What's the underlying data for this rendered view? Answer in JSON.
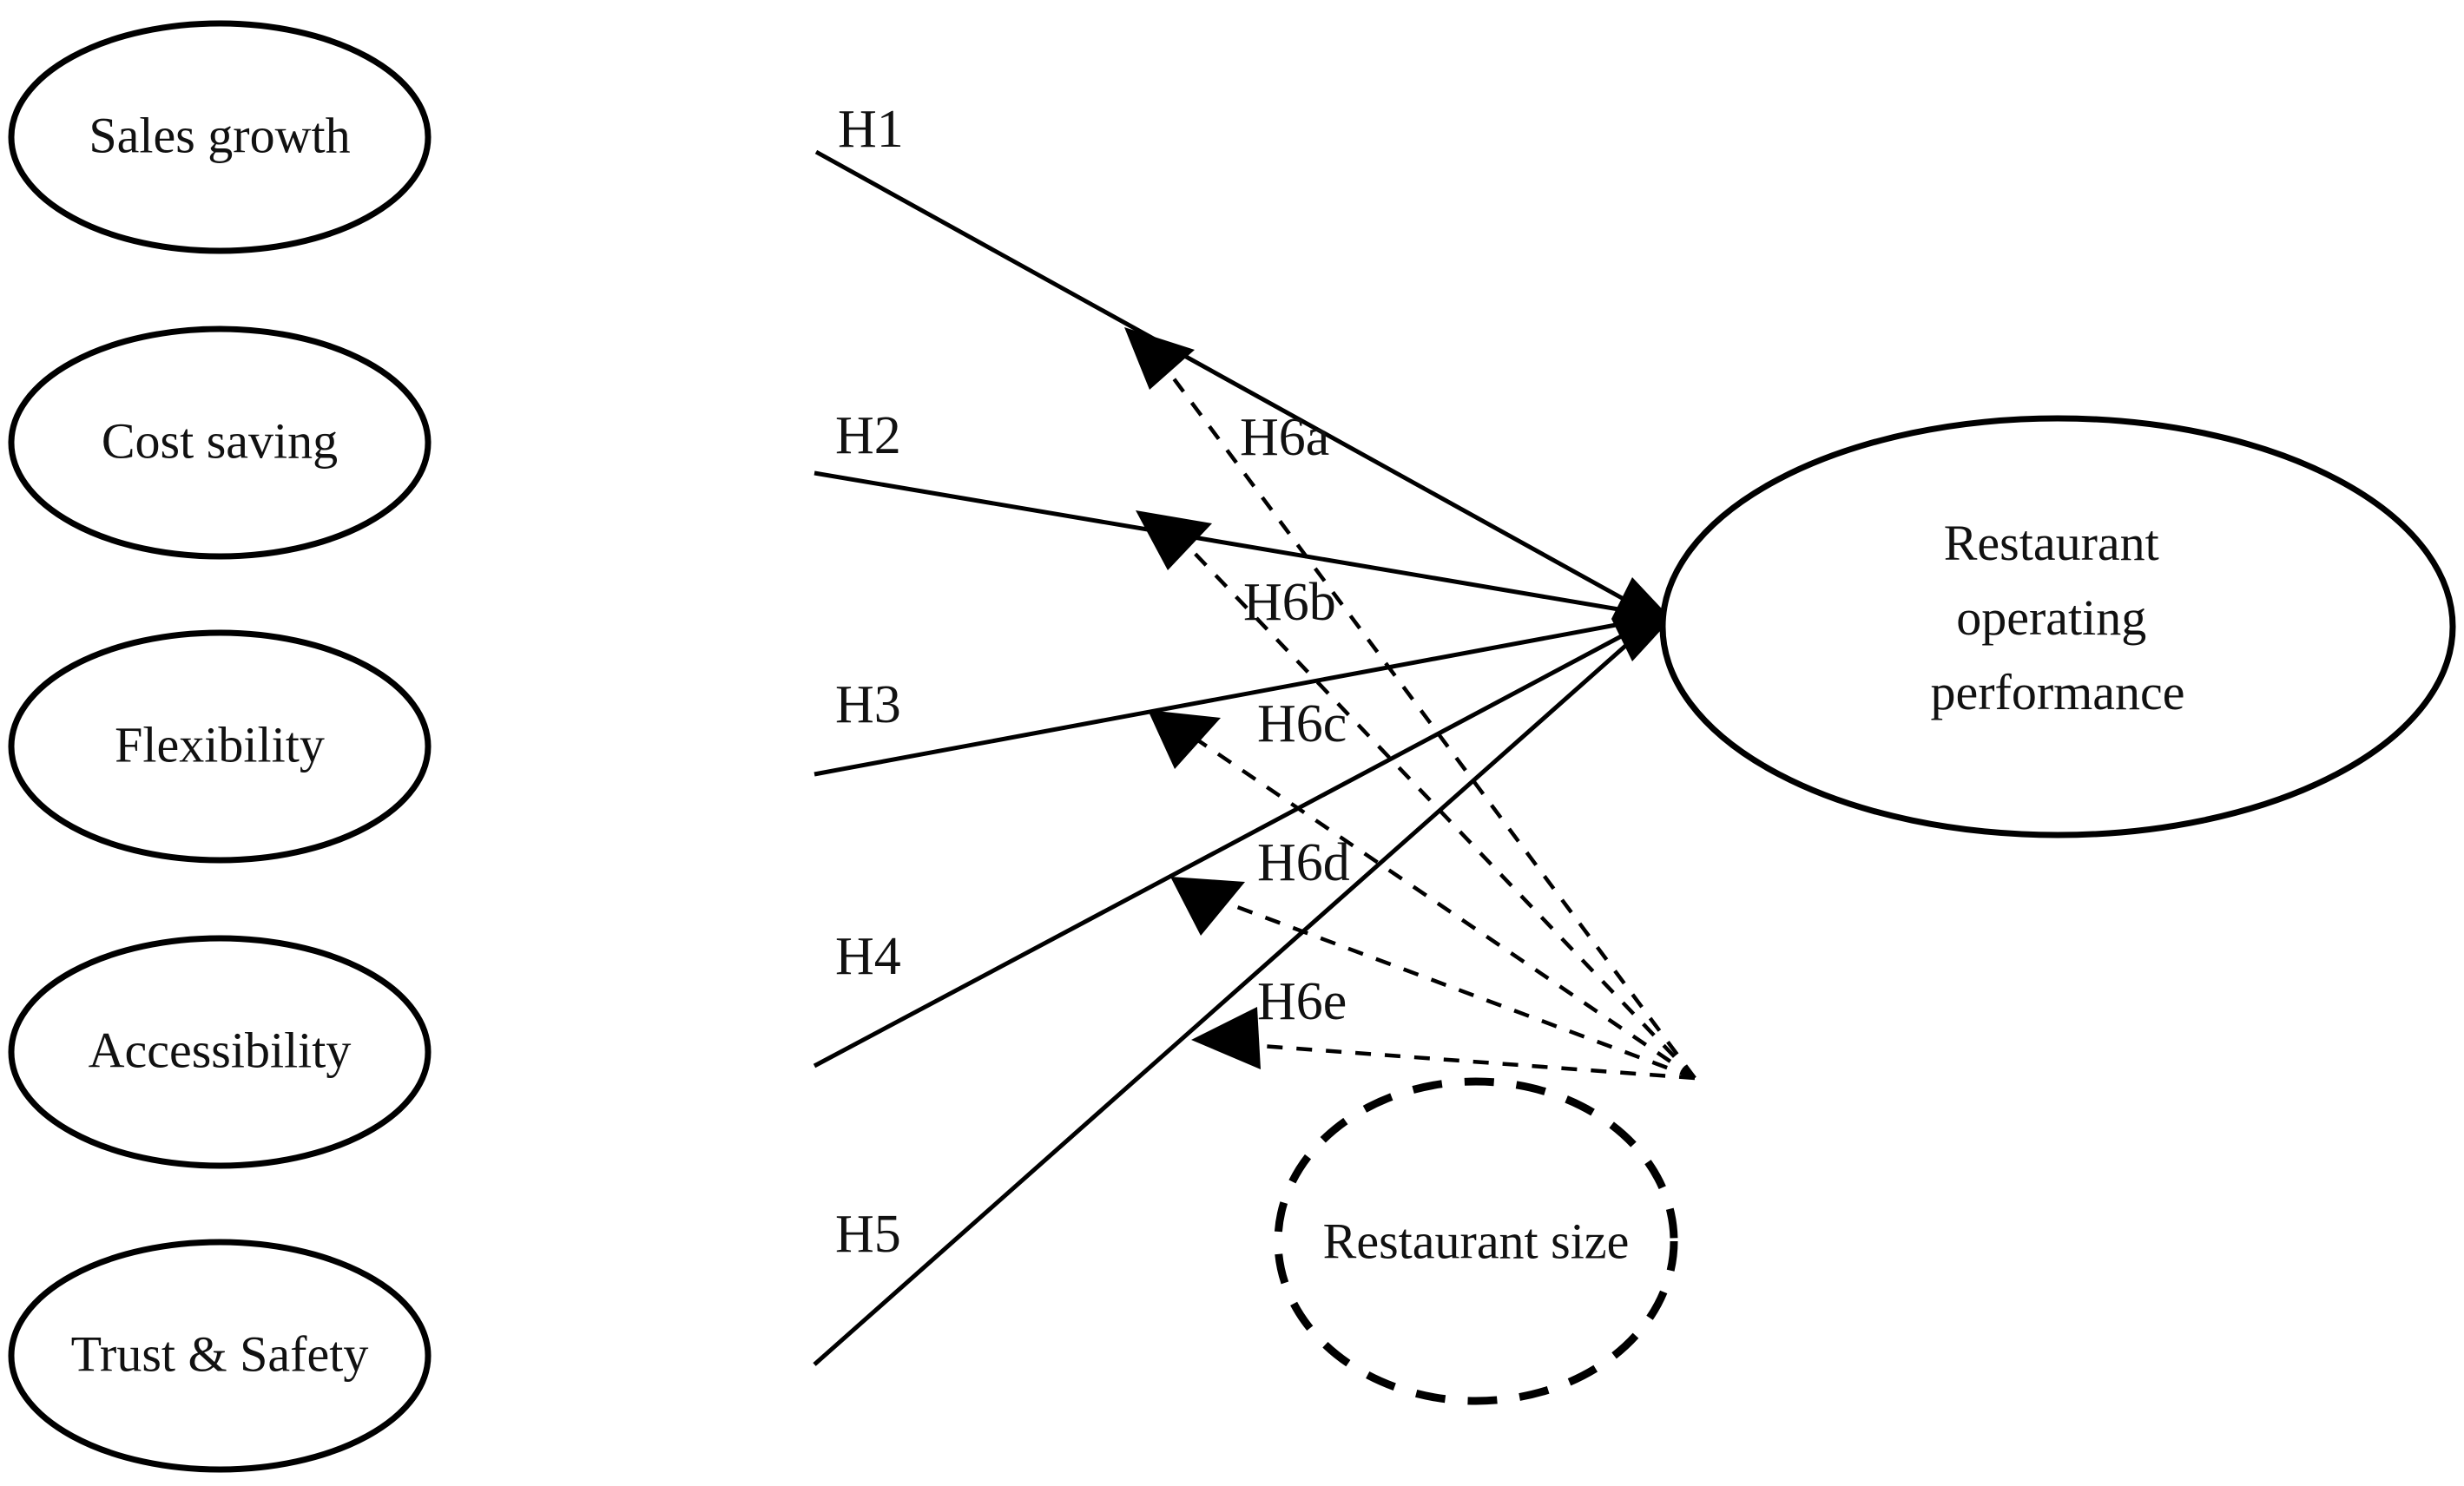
{
  "diagram": {
    "title": "Restaurant operating performance research model",
    "type": "path-model",
    "background_color": "#ffffff",
    "stroke_color": "#000000",
    "nodes": {
      "predictors": [
        {
          "id": "sales-growth",
          "label": "Sales growth",
          "shape": "ellipse",
          "border": "solid"
        },
        {
          "id": "cost-saving",
          "label": "Cost saving",
          "shape": "ellipse",
          "border": "solid"
        },
        {
          "id": "flexibility",
          "label": "Flexibility",
          "shape": "ellipse",
          "border": "solid"
        },
        {
          "id": "accessibility",
          "label": "Accessibility",
          "shape": "ellipse",
          "border": "solid"
        },
        {
          "id": "trust-safety",
          "label": "Trust & Safety",
          "shape": "ellipse",
          "border": "solid"
        }
      ],
      "outcome": {
        "id": "restaurant-operating-performance",
        "label": "Restaurant operating performance",
        "label_lines": [
          "Restaurant",
          "operating",
          "performance"
        ],
        "shape": "ellipse",
        "border": "solid"
      },
      "moderator": {
        "id": "restaurant-size",
        "label": "Restaurant size",
        "shape": "ellipse",
        "border": "dashed"
      }
    },
    "direct_paths": [
      {
        "id": "h1",
        "label": "H1",
        "from": "sales-growth",
        "to": "restaurant-operating-performance",
        "style": "solid"
      },
      {
        "id": "h2",
        "label": "H2",
        "from": "cost-saving",
        "to": "restaurant-operating-performance",
        "style": "solid"
      },
      {
        "id": "h3",
        "label": "H3",
        "from": "flexibility",
        "to": "restaurant-operating-performance",
        "style": "solid"
      },
      {
        "id": "h4",
        "label": "H4",
        "from": "accessibility",
        "to": "restaurant-operating-performance",
        "style": "solid"
      },
      {
        "id": "h5",
        "label": "H5",
        "from": "trust-safety",
        "to": "restaurant-operating-performance",
        "style": "solid"
      }
    ],
    "moderation_paths": [
      {
        "id": "h6a",
        "label": "H6a",
        "from": "restaurant-size",
        "moderates": "h1",
        "style": "dashed"
      },
      {
        "id": "h6b",
        "label": "H6b",
        "from": "restaurant-size",
        "moderates": "h2",
        "style": "dashed"
      },
      {
        "id": "h6c",
        "label": "H6c",
        "from": "restaurant-size",
        "moderates": "h3",
        "style": "dashed"
      },
      {
        "id": "h6d",
        "label": "H6d",
        "from": "restaurant-size",
        "moderates": "h4",
        "style": "dashed"
      },
      {
        "id": "h6e",
        "label": "H6e",
        "from": "restaurant-size",
        "moderates": "h5",
        "style": "dashed"
      }
    ]
  }
}
